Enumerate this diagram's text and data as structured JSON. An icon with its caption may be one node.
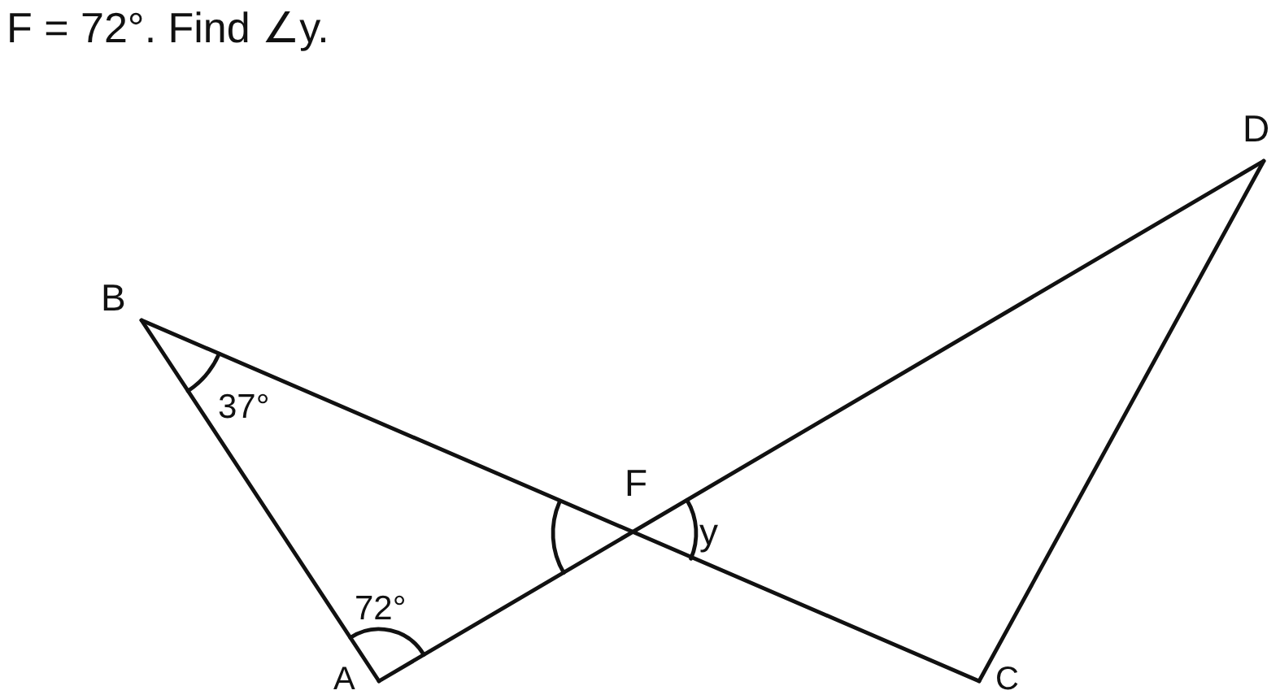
{
  "diagram": {
    "labels": [
      "F = 72°. Find ∠y.",
      "B",
      "37°",
      "F",
      "y",
      "72°",
      "A",
      "C",
      "D"
    ]
  }
}
